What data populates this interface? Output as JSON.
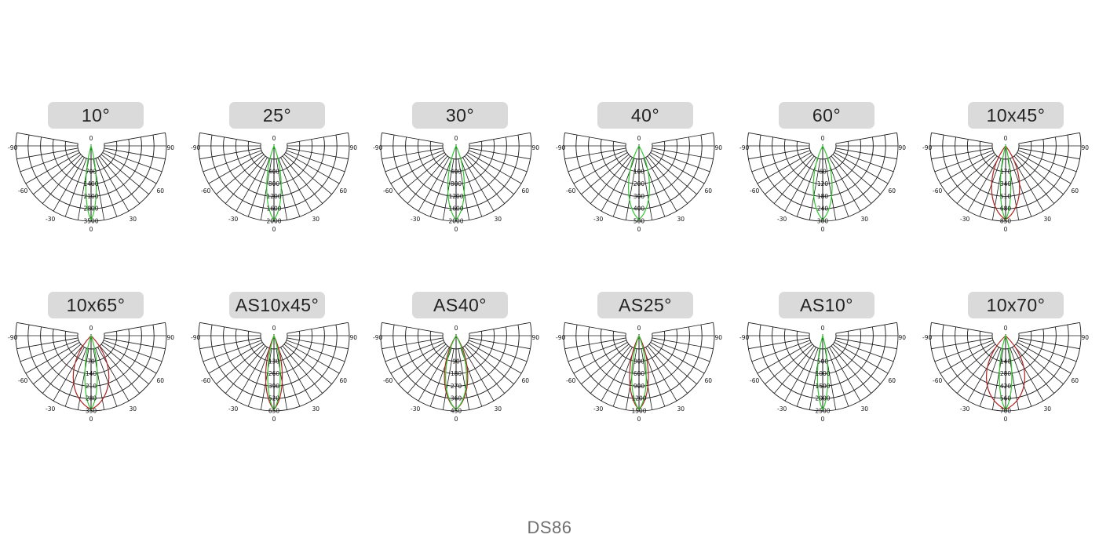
{
  "footer": {
    "model": "DS86"
  },
  "colors": {
    "c0": "#2ec82e",
    "c90": "#b22222",
    "grid": "#1a1a1a",
    "label_bg": "#d9dad9"
  },
  "angle_labels": {
    "left90": "-90",
    "right90": "90",
    "left60": "-60",
    "right60": "60",
    "left30": "-30",
    "right30": "30",
    "bottom": "0",
    "top": "0"
  },
  "diagrams": [
    {
      "title": "10°",
      "ring_labels": [
        "700",
        "1400",
        "2100",
        "2800",
        "3500"
      ],
      "beam_c0": 8,
      "beam_c90": 8
    },
    {
      "title": "25°",
      "ring_labels": [
        "400",
        "800",
        "1200",
        "1600",
        "2000"
      ],
      "beam_c0": 12,
      "beam_c90": 12
    },
    {
      "title": "30°",
      "ring_labels": [
        "400",
        "800",
        "1200",
        "1600",
        "2000"
      ],
      "beam_c0": 14,
      "beam_c90": 14
    },
    {
      "title": "40°",
      "ring_labels": [
        "100",
        "200",
        "300",
        "400",
        "500"
      ],
      "beam_c0": 18,
      "beam_c90": 18
    },
    {
      "title": "60°",
      "ring_labels": [
        "60",
        "120",
        "180",
        "240",
        "300"
      ],
      "beam_c0": 16,
      "beam_c90": 16
    },
    {
      "title": "10x45°",
      "ring_labels": [
        "170",
        "340",
        "510",
        "680",
        "850"
      ],
      "beam_c0": 8,
      "beam_c90": 24
    },
    {
      "title": "10x65°",
      "ring_labels": [
        "70",
        "140",
        "210",
        "280",
        "350"
      ],
      "beam_c0": 10,
      "beam_c90": 30
    },
    {
      "title": "AS10x45°",
      "ring_labels": [
        "130",
        "260",
        "390",
        "520",
        "650"
      ],
      "beam_c0": 10,
      "beam_c90": 14
    },
    {
      "title": "AS40°",
      "ring_labels": [
        "90",
        "180",
        "270",
        "360",
        "450"
      ],
      "beam_c0": 18,
      "beam_c90": 20
    },
    {
      "title": "AS25°",
      "ring_labels": [
        "300",
        "600",
        "900",
        "1200",
        "1500"
      ],
      "beam_c0": 12,
      "beam_c90": 16
    },
    {
      "title": "AS10°",
      "ring_labels": [
        "500",
        "1000",
        "1500",
        "2000",
        "2500"
      ],
      "beam_c0": 8,
      "beam_c90": 8
    },
    {
      "title": "10x70°",
      "ring_labels": [
        "140",
        "280",
        "420",
        "560",
        "700"
      ],
      "beam_c0": 10,
      "beam_c90": 32
    }
  ]
}
